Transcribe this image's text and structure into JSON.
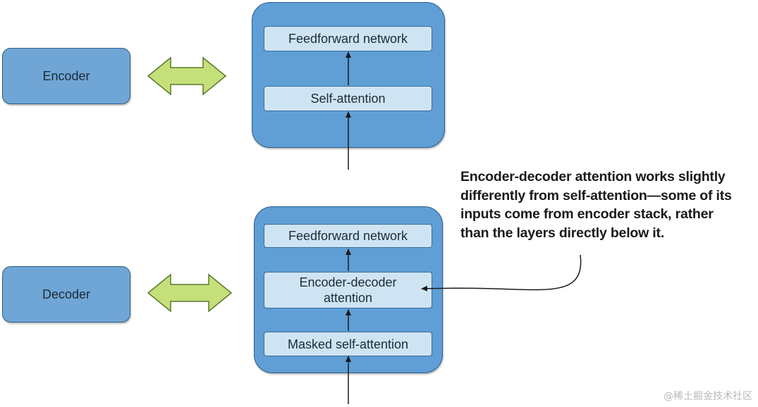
{
  "encoder": {
    "label": "Encoder",
    "layers": [
      "Feedforward network",
      "Self-attention"
    ]
  },
  "decoder": {
    "label": "Decoder",
    "layers": [
      "Feedforward network",
      "Encoder-decoder attention",
      "Masked self-attention"
    ],
    "encdec_line1": "Encoder-decoder",
    "encdec_line2": "attention"
  },
  "annotation": {
    "lines": [
      "Encoder-decoder attention works slightly",
      "differently from self-attention—some of its",
      "inputs come from encoder stack, rather",
      "than the layers directly below it."
    ]
  },
  "watermark": "@稀土掘金技术社区",
  "colors": {
    "side_box": "#6fa6d6",
    "stack": "#5f9fd6",
    "layer": "#cfe4f3",
    "double_arrow": "#c5e07a",
    "arrow_line": "#1a1a1a"
  }
}
